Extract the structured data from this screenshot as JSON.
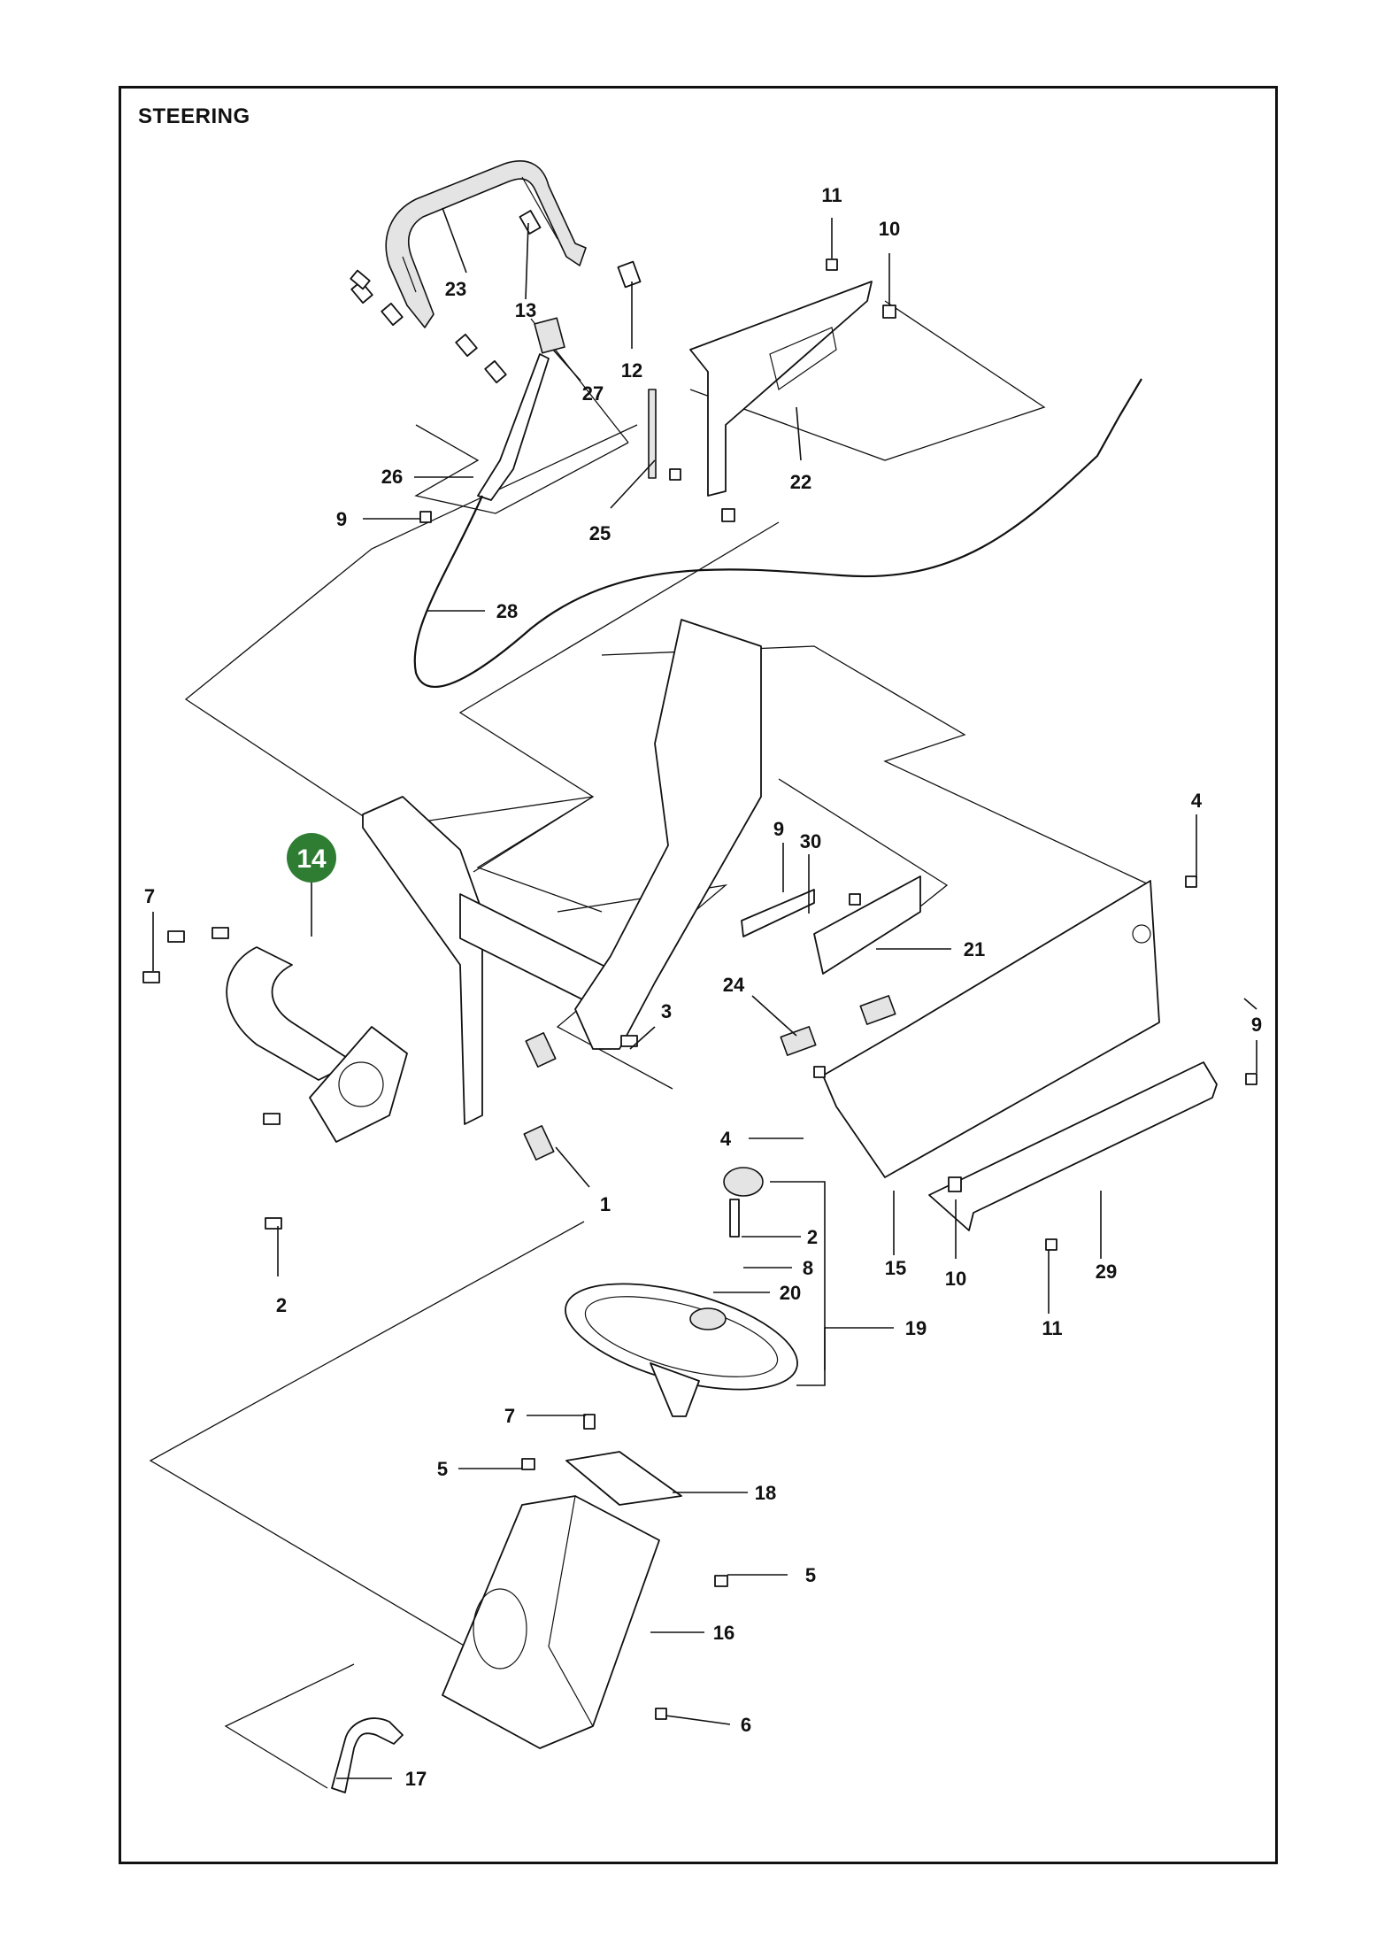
{
  "page": {
    "title": "STEERING",
    "accent_color": "#2e7d32"
  },
  "highlight": {
    "label": "14",
    "color": "#2e7d32"
  },
  "callouts": [
    {
      "id": "c23",
      "label": "23"
    },
    {
      "id": "c13",
      "label": "13"
    },
    {
      "id": "c11a",
      "label": "11"
    },
    {
      "id": "c10a",
      "label": "10"
    },
    {
      "id": "c12",
      "label": "12"
    },
    {
      "id": "c27",
      "label": "27"
    },
    {
      "id": "c22",
      "label": "22"
    },
    {
      "id": "c26",
      "label": "26"
    },
    {
      "id": "c9a",
      "label": "9"
    },
    {
      "id": "c25",
      "label": "25"
    },
    {
      "id": "c28",
      "label": "28"
    },
    {
      "id": "c4a",
      "label": "4"
    },
    {
      "id": "c9b",
      "label": "9"
    },
    {
      "id": "c30",
      "label": "30"
    },
    {
      "id": "c7a",
      "label": "7"
    },
    {
      "id": "c21",
      "label": "21"
    },
    {
      "id": "c24",
      "label": "24"
    },
    {
      "id": "c3",
      "label": "3"
    },
    {
      "id": "c9c",
      "label": "9"
    },
    {
      "id": "c4b",
      "label": "4"
    },
    {
      "id": "c1",
      "label": "1"
    },
    {
      "id": "c2a",
      "label": "2"
    },
    {
      "id": "c2b",
      "label": "2"
    },
    {
      "id": "c8",
      "label": "8"
    },
    {
      "id": "c20",
      "label": "20"
    },
    {
      "id": "c15",
      "label": "15"
    },
    {
      "id": "c10b",
      "label": "10"
    },
    {
      "id": "c29",
      "label": "29"
    },
    {
      "id": "c11b",
      "label": "11"
    },
    {
      "id": "c19",
      "label": "19"
    },
    {
      "id": "c7b",
      "label": "7"
    },
    {
      "id": "c5a",
      "label": "5"
    },
    {
      "id": "c18",
      "label": "18"
    },
    {
      "id": "c5b",
      "label": "5"
    },
    {
      "id": "c16",
      "label": "16"
    },
    {
      "id": "c6",
      "label": "6"
    },
    {
      "id": "c17",
      "label": "17"
    }
  ]
}
